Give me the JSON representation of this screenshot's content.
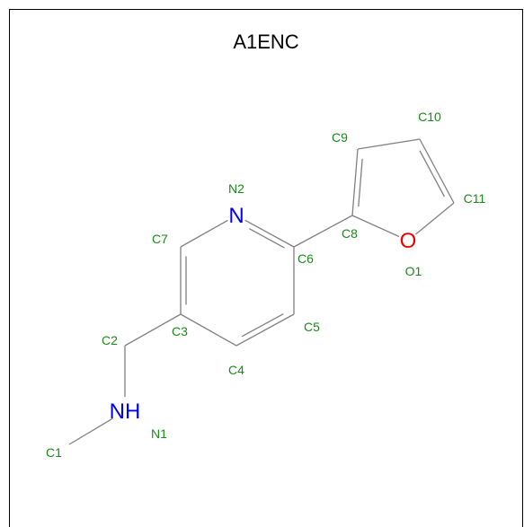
{
  "title": "A1ENC",
  "colors": {
    "bond": "#808080",
    "label": "#1a8a1a",
    "nitrogen": "#0000ee",
    "oxygen": "#ee0000",
    "frame": "#000000"
  },
  "atoms": [
    {
      "id": "N2",
      "label": "N2",
      "symbol": "N",
      "element": "N"
    },
    {
      "id": "C6",
      "label": "C6",
      "symbol": "",
      "element": "C"
    },
    {
      "id": "C5",
      "label": "C5",
      "symbol": "",
      "element": "C"
    },
    {
      "id": "C4",
      "label": "C4",
      "symbol": "",
      "element": "C"
    },
    {
      "id": "C3",
      "label": "C3",
      "symbol": "",
      "element": "C"
    },
    {
      "id": "C7",
      "label": "C7",
      "symbol": "",
      "element": "C"
    },
    {
      "id": "C2",
      "label": "C2",
      "symbol": "",
      "element": "C"
    },
    {
      "id": "N1",
      "label": "N1",
      "symbol": "NH",
      "element": "N"
    },
    {
      "id": "C1",
      "label": "C1",
      "symbol": "",
      "element": "C"
    },
    {
      "id": "C8",
      "label": "C8",
      "symbol": "",
      "element": "C"
    },
    {
      "id": "C9",
      "label": "C9",
      "symbol": "",
      "element": "C"
    },
    {
      "id": "C10",
      "label": "C10",
      "symbol": "",
      "element": "C"
    },
    {
      "id": "C11",
      "label": "C11",
      "symbol": "",
      "element": "C"
    },
    {
      "id": "O1",
      "label": "O1",
      "symbol": "O",
      "element": "O"
    }
  ],
  "bonds": [
    {
      "from": "N2",
      "to": "C6",
      "order": 2
    },
    {
      "from": "C6",
      "to": "C5",
      "order": 1
    },
    {
      "from": "C5",
      "to": "C4",
      "order": 2
    },
    {
      "from": "C4",
      "to": "C3",
      "order": 1
    },
    {
      "from": "C3",
      "to": "C7",
      "order": 2
    },
    {
      "from": "C7",
      "to": "N2",
      "order": 1
    },
    {
      "from": "C3",
      "to": "C2",
      "order": 1
    },
    {
      "from": "C2",
      "to": "N1",
      "order": 1
    },
    {
      "from": "N1",
      "to": "C1",
      "order": 1
    },
    {
      "from": "C6",
      "to": "C8",
      "order": 1
    },
    {
      "from": "C8",
      "to": "C9",
      "order": 2
    },
    {
      "from": "C9",
      "to": "C10",
      "order": 1
    },
    {
      "from": "C10",
      "to": "C11",
      "order": 2
    },
    {
      "from": "C11",
      "to": "O1",
      "order": 1
    },
    {
      "from": "O1",
      "to": "C8",
      "order": 1
    }
  ]
}
